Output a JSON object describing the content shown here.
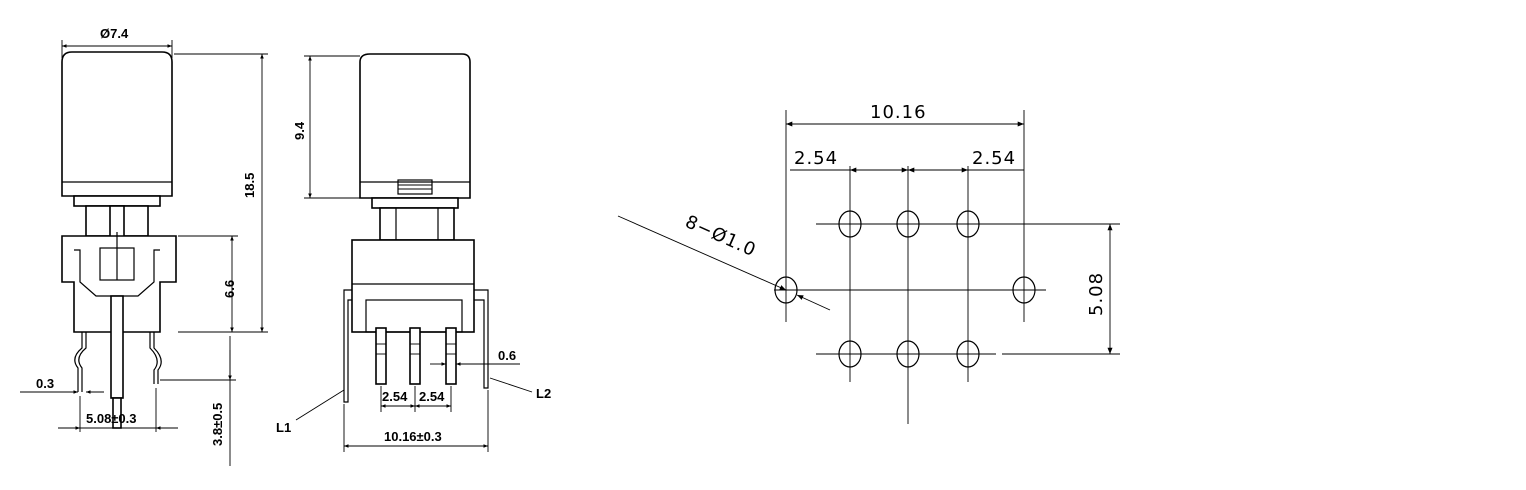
{
  "front_view": {
    "diameter": "Ø7.4",
    "height_total": "18.5",
    "height_body": "6.6",
    "pin_thickness": "0.3",
    "pin_pitch": "5.08±0.3",
    "pin_length": "3.8±0.5"
  },
  "side_view": {
    "cap_height": "9.4",
    "pin_width": "0.6",
    "pitch_left": "2.54",
    "pitch_right": "2.54",
    "overall_width": "10.16±0.3",
    "lead_1": "L1",
    "lead_2": "L2"
  },
  "pcb_layout": {
    "overall_width": "10.16",
    "pitch_left": "2.54",
    "pitch_right": "2.54",
    "hole_spec": "8−Ø1.0",
    "row_spacing": "5.08"
  }
}
